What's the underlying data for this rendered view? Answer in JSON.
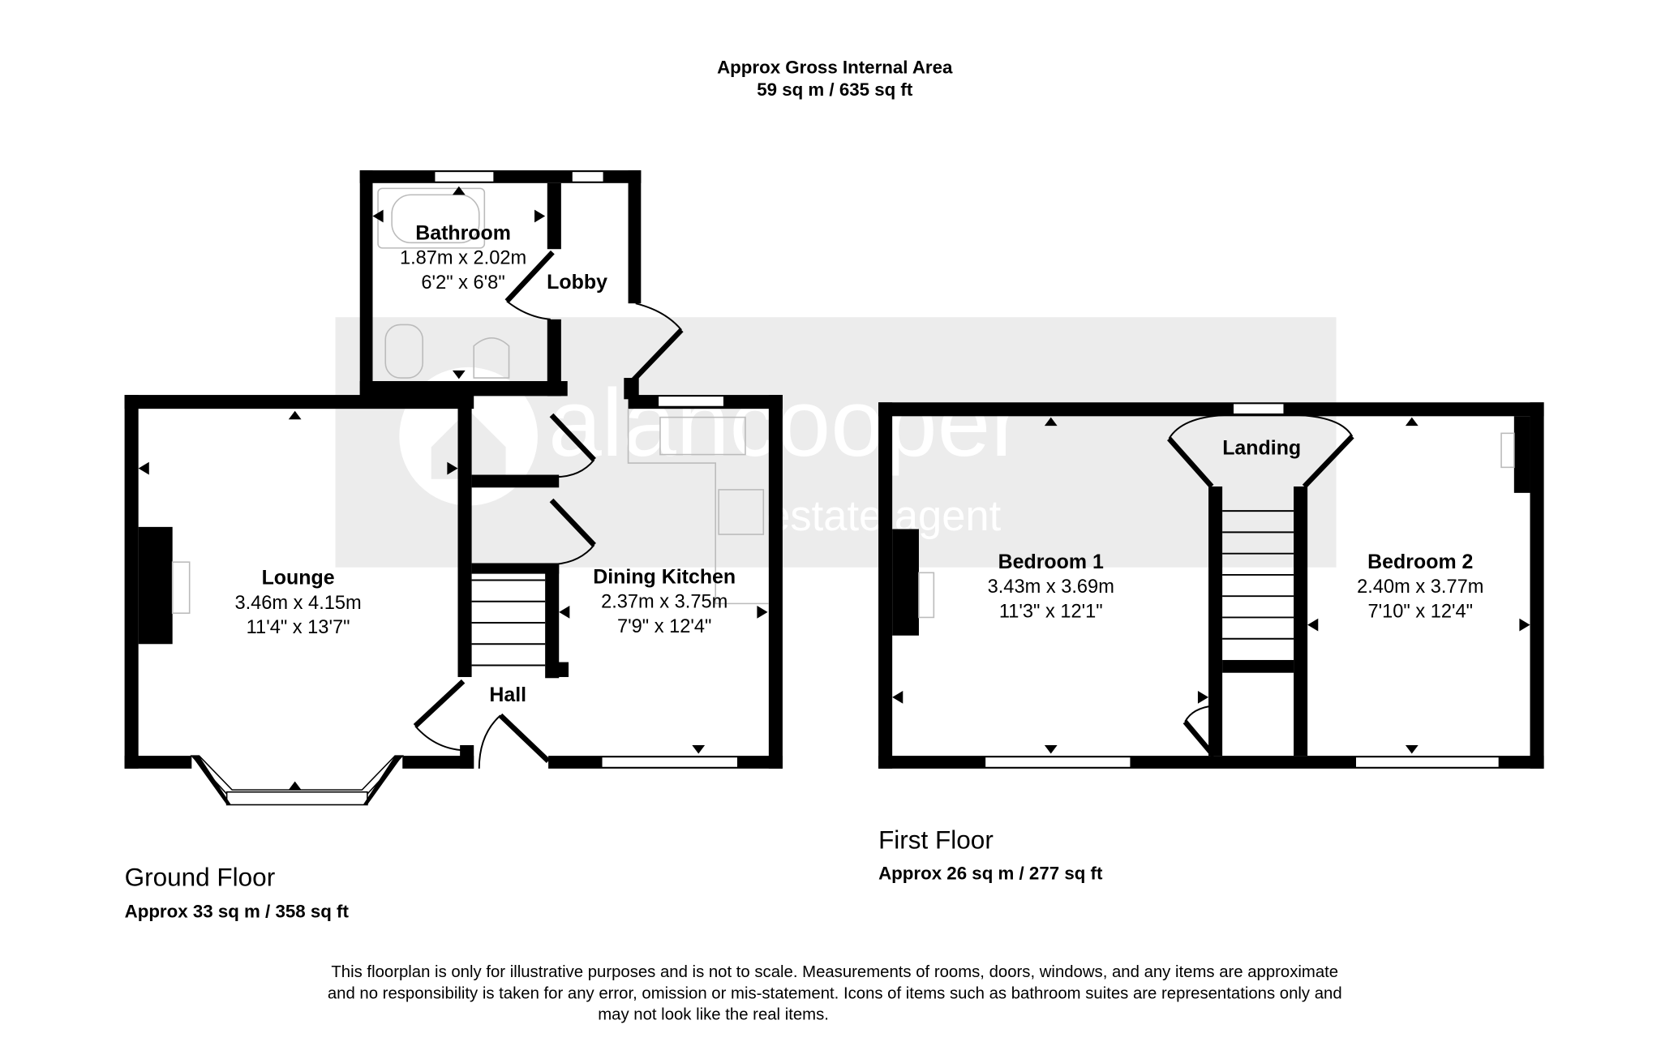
{
  "header": {
    "title": "Approx Gross Internal Area",
    "total_area": "59 sq m / 635 sq ft"
  },
  "watermark": {
    "brand": "alancooper",
    "tagline": "estate agent"
  },
  "ground_floor": {
    "label": "Ground Floor",
    "area": "Approx 33 sq m / 358 sq ft",
    "rooms": [
      {
        "name": "Bathroom",
        "metric": "1.87m x 2.02m",
        "imperial": "6'2\" x 6'8\""
      },
      {
        "name": "Lobby"
      },
      {
        "name": "Lounge",
        "metric": "3.46m x 4.15m",
        "imperial": "11'4\" x 13'7\""
      },
      {
        "name": "Dining Kitchen",
        "metric": "2.37m x 3.75m",
        "imperial": "7'9\" x 12'4\""
      },
      {
        "name": "Hall"
      }
    ]
  },
  "first_floor": {
    "label": "First Floor",
    "area": "Approx 26 sq m / 277 sq ft",
    "rooms": [
      {
        "name": "Landing"
      },
      {
        "name": "Bedroom 1",
        "metric": "3.43m x 3.69m",
        "imperial": "11'3\" x 12'1\""
      },
      {
        "name": "Bedroom 2",
        "metric": "2.40m x 3.77m",
        "imperial": "7'10\" x 12'4\""
      }
    ]
  },
  "disclaimer": {
    "line1": "This floorplan is only for illustrative purposes and is not to scale. Measurements of rooms, doors, windows, and any items are approximate",
    "line2": "and no responsibility is taken for any error, omission or mis-statement. Icons of items such as bathroom suites are representations only and",
    "line3": "may not look like the real items."
  }
}
